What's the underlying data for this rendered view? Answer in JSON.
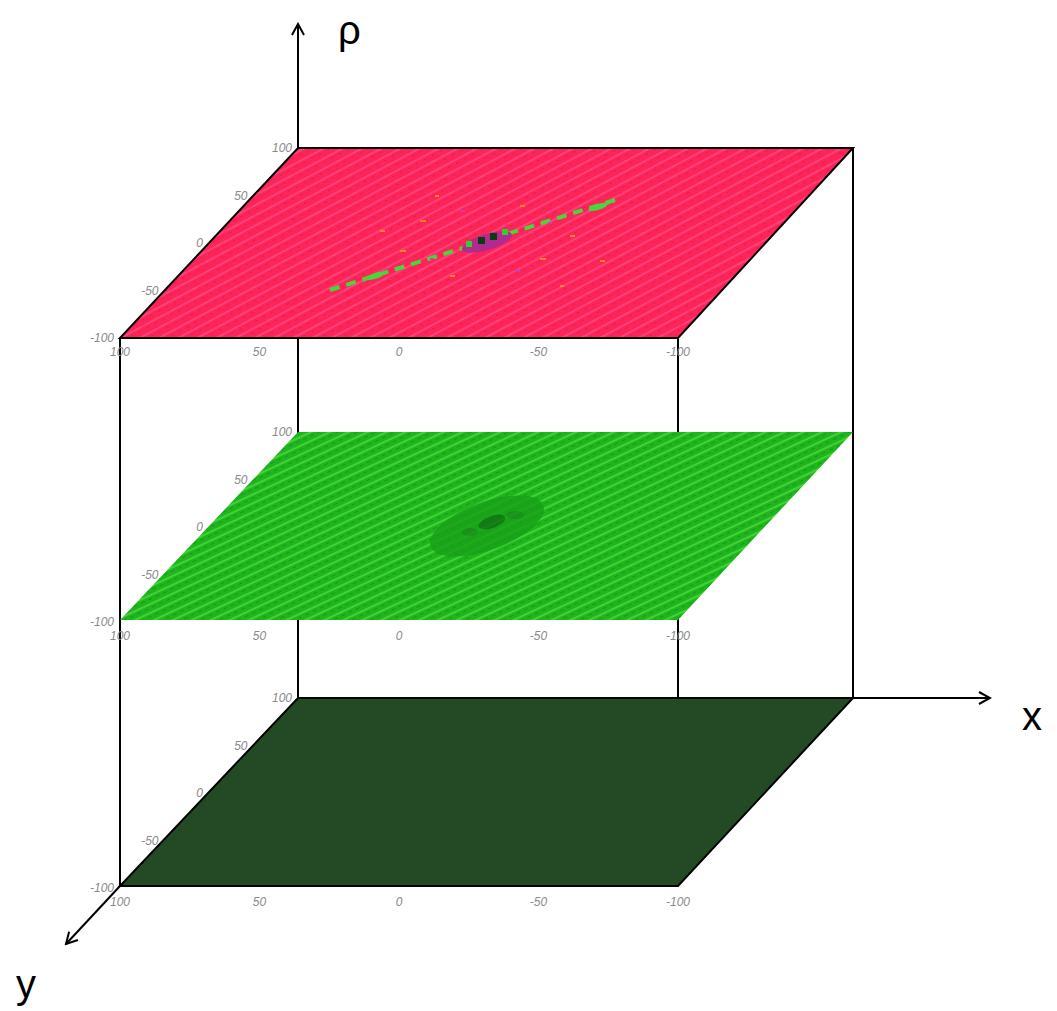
{
  "diagram": {
    "labels": [
      "ρ",
      "100",
      "50",
      "0",
      "-50",
      "-100",
      "100",
      "50",
      "0",
      "-50",
      "-100",
      "100",
      "50",
      "0",
      "-50",
      "-100",
      "100",
      "50",
      "0",
      "-50",
      "-100",
      "100",
      "50",
      "0",
      "-50",
      "-100",
      "100",
      "50",
      "0",
      "-50",
      "-100",
      "x",
      "y"
    ]
  }
}
